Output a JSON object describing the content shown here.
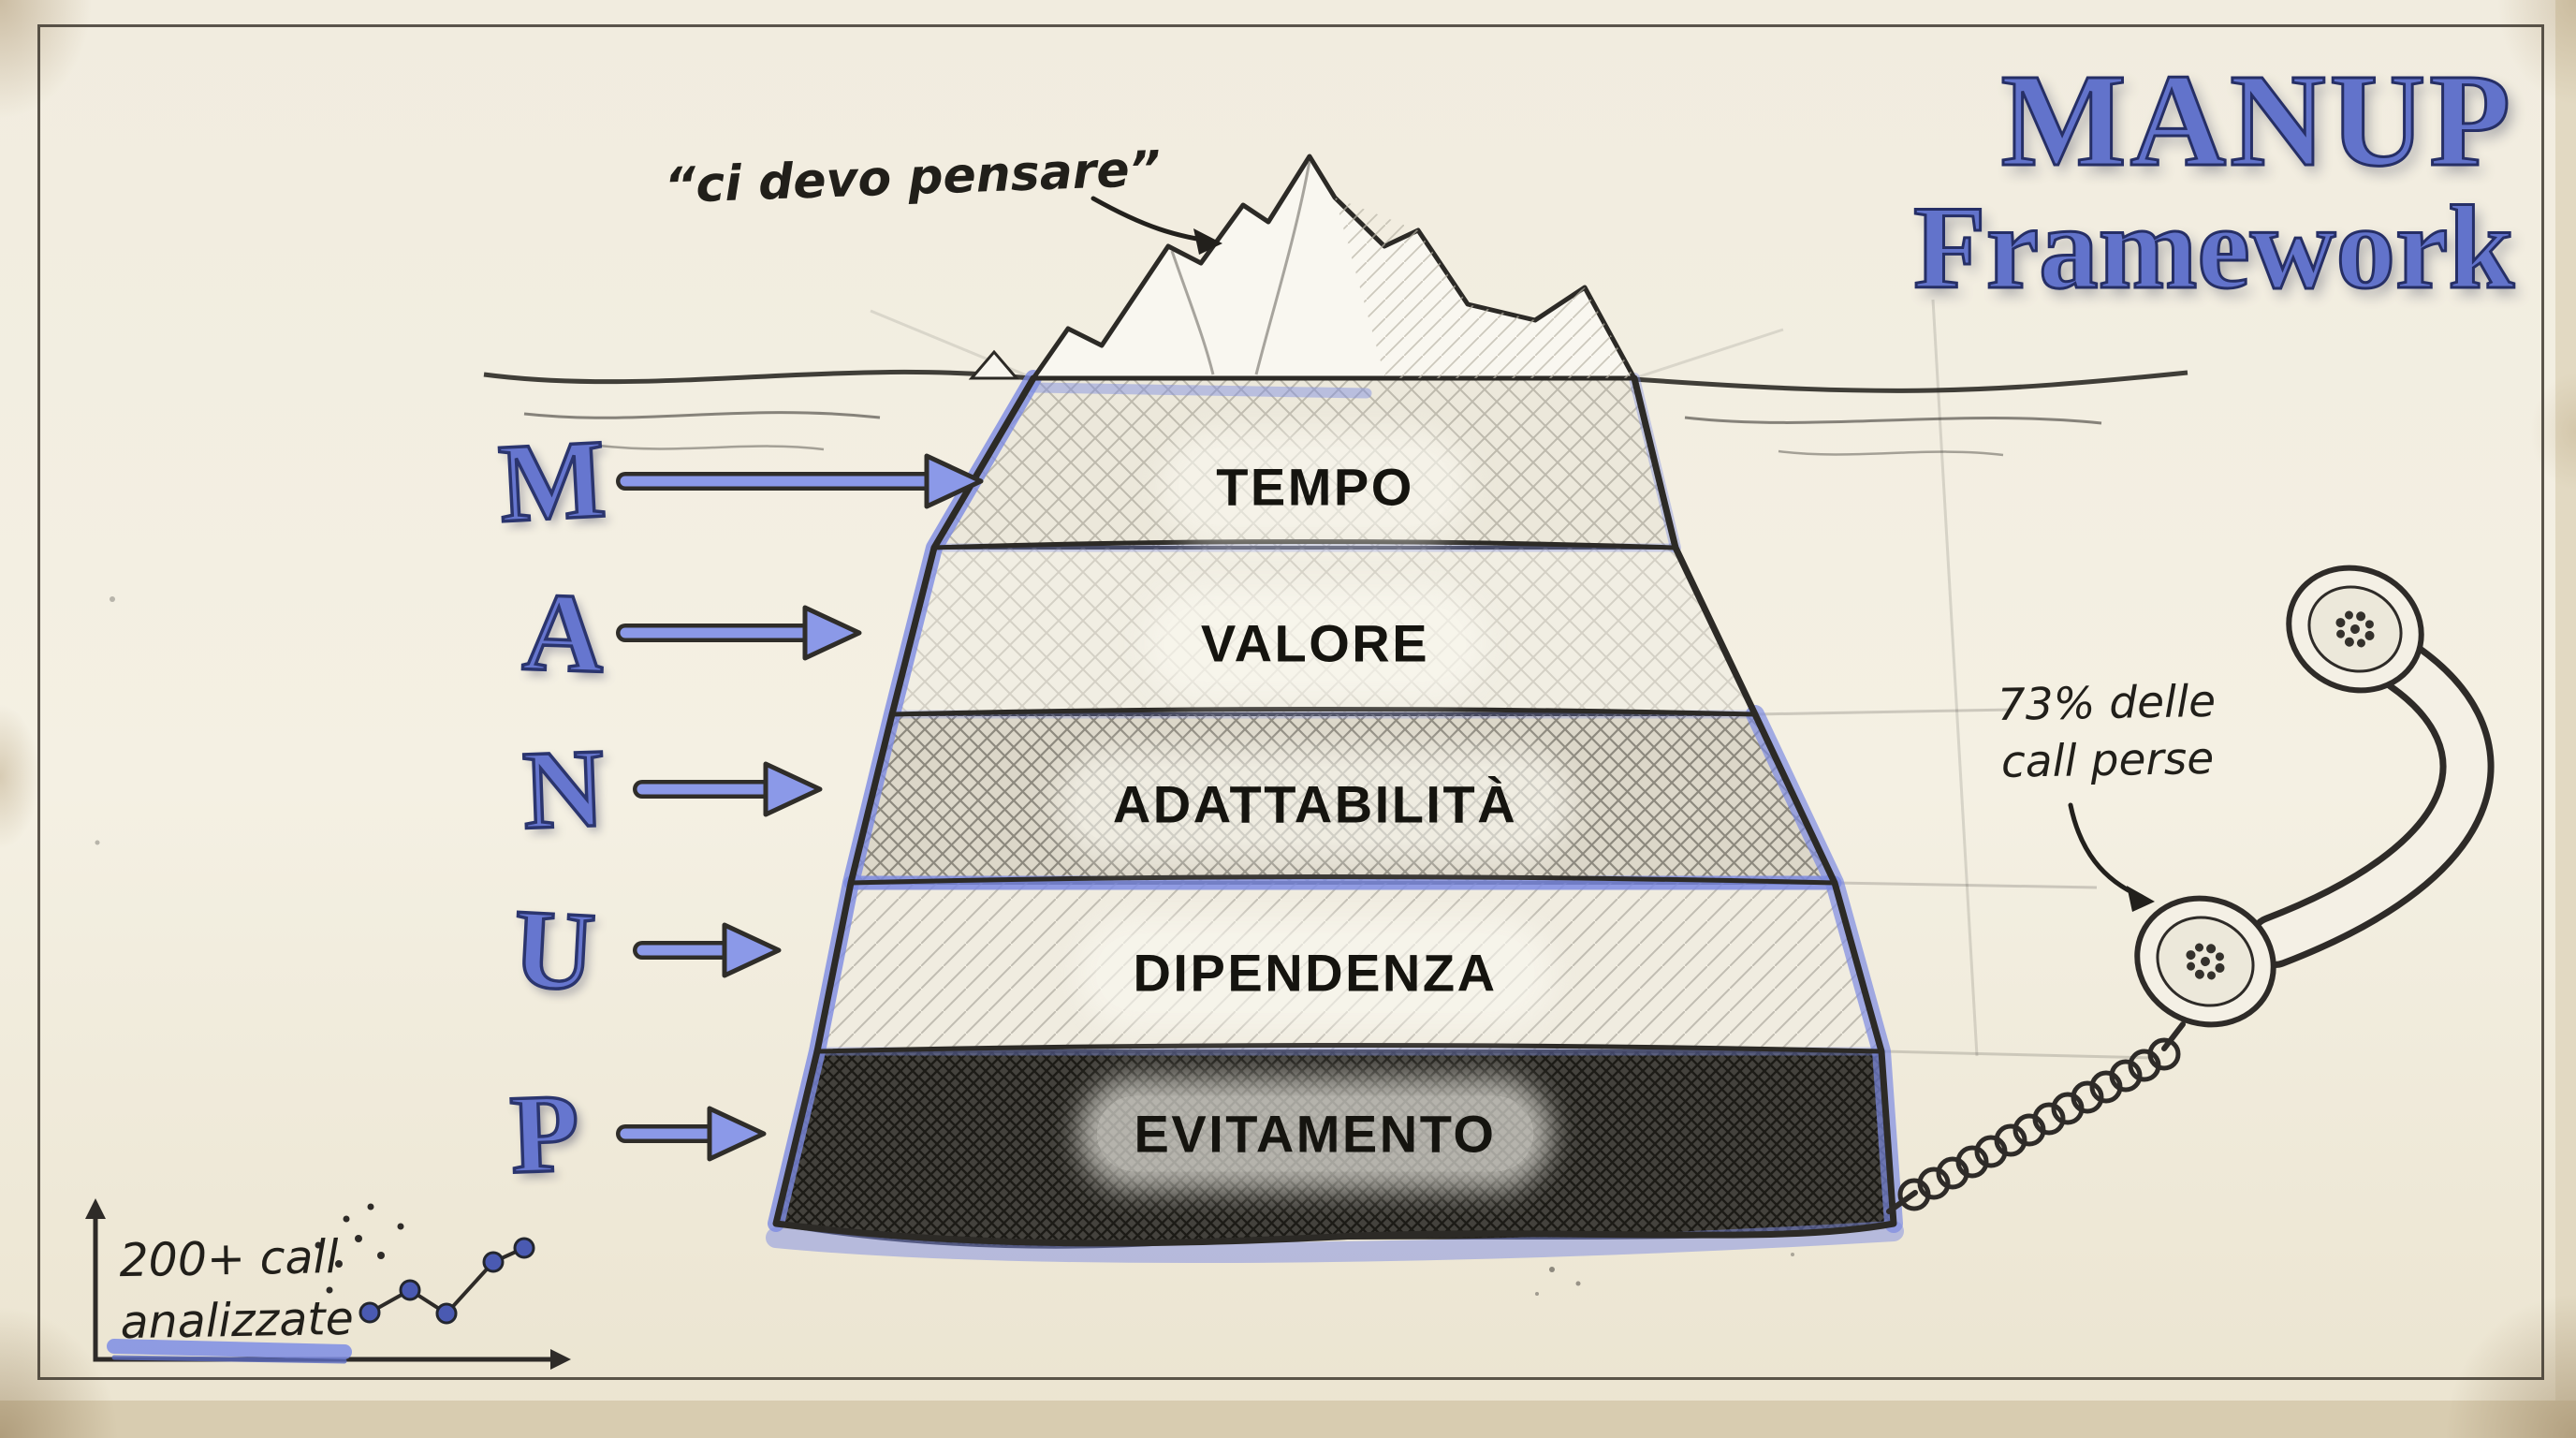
{
  "title": {
    "line1": "MANUP",
    "line2": "Framework"
  },
  "annotations": {
    "thought": "“ci devo pensare”",
    "lost_calls_line1": "73% delle",
    "lost_calls_line2": "call perse",
    "analyzed_calls_line1": "200+ call",
    "analyzed_calls_line2": "analizzate"
  },
  "framework": {
    "layers": [
      {
        "letter": "M",
        "label": "TEMPO"
      },
      {
        "letter": "A",
        "label": "VALORE"
      },
      {
        "letter": "N",
        "label": "ADATTABILITÀ"
      },
      {
        "letter": "U",
        "label": "DIPENDENZA"
      },
      {
        "letter": "P",
        "label": "EVITAMENTO"
      }
    ]
  },
  "icons": [
    "iceberg-icon",
    "telephone-handset-icon",
    "line-chart-sketch-icon",
    "arrow-icon"
  ],
  "colors": {
    "accent": "#6676cf",
    "accent_light": "#8b99e8",
    "ink": "#2c2a26",
    "paper": "#f2edde"
  }
}
